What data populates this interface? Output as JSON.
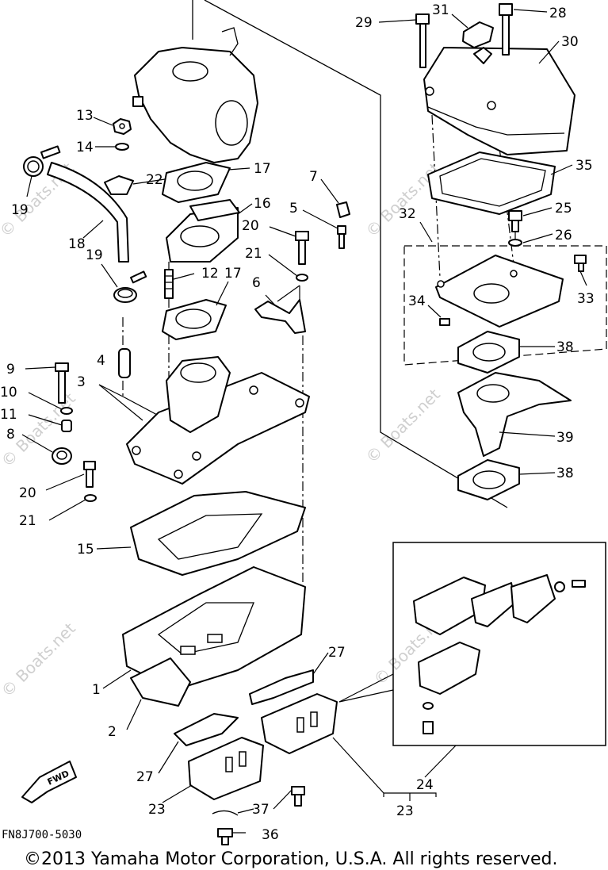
{
  "diagram": {
    "part_code": "FN8J700-5030",
    "copyright": "©2013 Yamaha Motor Corporation, U.S.A. All rights reserved.",
    "watermark": "© Boats.net",
    "fwd_label": "FWD",
    "callouts": [
      "1",
      "2",
      "3",
      "4",
      "5",
      "6",
      "7",
      "8",
      "9",
      "10",
      "11",
      "12",
      "13",
      "14",
      "15",
      "16",
      "17",
      "18",
      "19",
      "20",
      "21",
      "22",
      "23",
      "24",
      "25",
      "26",
      "27",
      "28",
      "29",
      "30",
      "31",
      "32",
      "33",
      "34",
      "35",
      "36",
      "37",
      "38",
      "39"
    ]
  }
}
